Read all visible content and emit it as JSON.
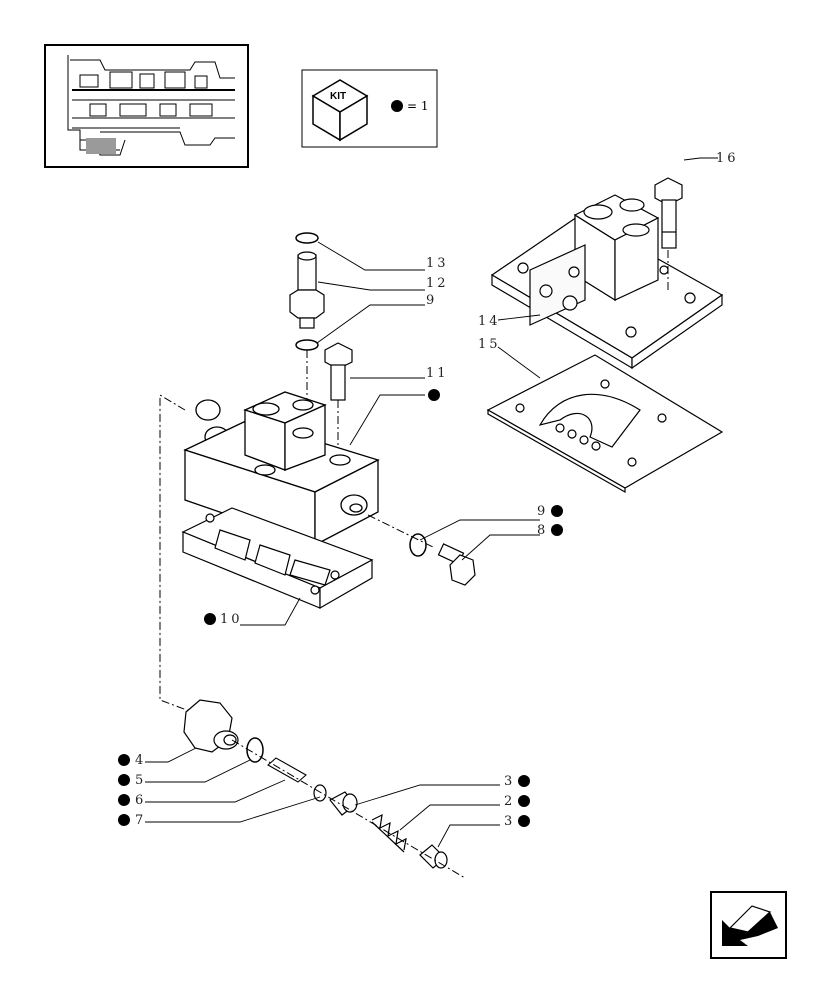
{
  "kit_legend": {
    "kit_text": "KIT",
    "equation": "= 1"
  },
  "callouts": {
    "c1": "16",
    "c2": "13",
    "c3": "12",
    "c4": "9",
    "c5": "11",
    "c6": "14",
    "c7": "15",
    "c8": "9",
    "c9": "8",
    "c10": "10",
    "c11": "4",
    "c12": "5",
    "c13": "6",
    "c14": "7",
    "c15": "3",
    "c16": "2",
    "c17": "3"
  },
  "kit_markers": [
    "11",
    "9",
    "8",
    "10",
    "4",
    "5",
    "6",
    "7",
    "3",
    "2",
    "3"
  ],
  "nav": {
    "icon": "arrow-back-icon"
  }
}
